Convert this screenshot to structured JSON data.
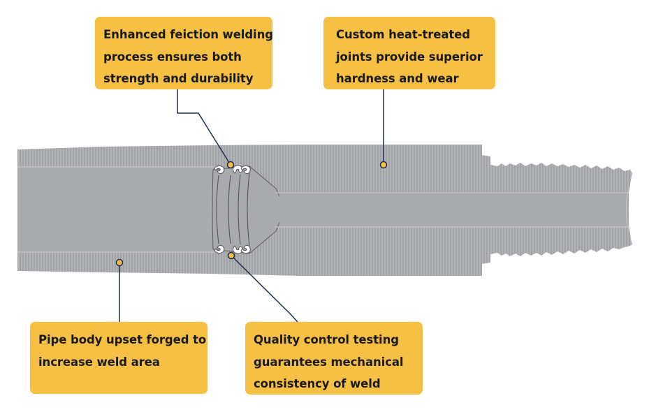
{
  "callouts": {
    "weld": {
      "lines": [
        "Enhanced feiction welding",
        "process ensures both",
        "strength and durability"
      ]
    },
    "heat": {
      "lines": [
        "Custom heat-treated",
        "joints provide superior",
        "hardness and wear"
      ]
    },
    "upset": {
      "lines": [
        "Pipe body upset forged to",
        "increase weld area"
      ]
    },
    "qc": {
      "lines": [
        "Quality control testing",
        "guarantees mechanical",
        "consistency of weld"
      ]
    }
  },
  "colors": {
    "callout_fill": "#f5c043",
    "leader_line": "#1f2d52",
    "steel_light": "#b2b3b6",
    "steel_bore": "#a9aaad",
    "hatch": "#8f9094",
    "marker_fill": "#f5c043",
    "marker_stroke": "#1f2d52"
  }
}
